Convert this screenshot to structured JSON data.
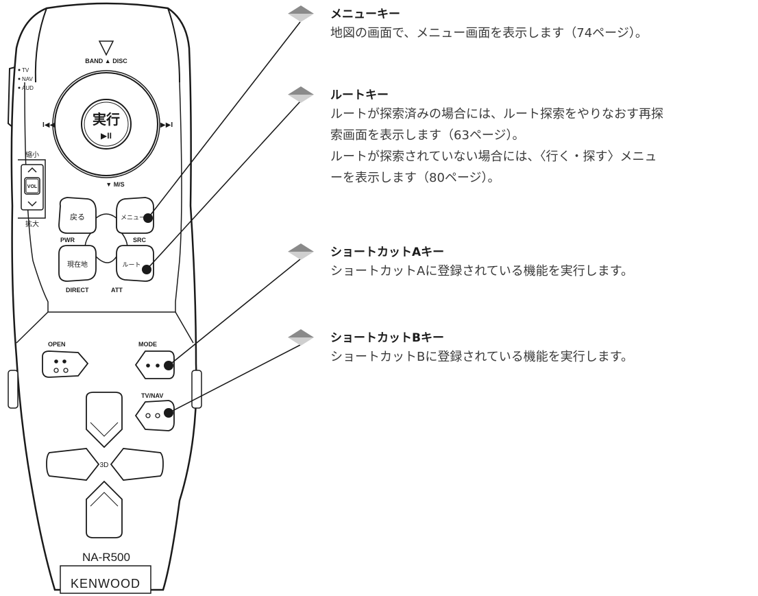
{
  "remote": {
    "source_labels": [
      "TV",
      "NAV",
      "AUD"
    ],
    "band_disc": "BAND ▲ DISC",
    "execute_line1": "実行",
    "execute_line2": "▶II",
    "prev_symbol": "I◀◀",
    "next_symbol": "▶▶I",
    "ms_label": "▼ M/S",
    "zoom_out": "縮小",
    "zoom_in": "拡大",
    "vol_label": "VOL",
    "back_key": "戻る",
    "menu_key": "メニュー",
    "current_pos_key": "現在地",
    "route_key": "ルート",
    "pwr": "PWR",
    "src": "SRC",
    "direct": "DIRECT",
    "att": "ATT",
    "open": "OPEN",
    "mode": "MODE",
    "tvnav": "TV/NAV",
    "three_d": "3D",
    "model": "NA-R500",
    "brand": "KENWOOD"
  },
  "callouts": [
    {
      "title": "メニューキー",
      "desc": "地図の画面で、メニュー画面を表示します（74ページ）。"
    },
    {
      "title": "ルートキー",
      "desc": "ルートが探索済みの場合には、ルート探索をやりなおす再探\n索画面を表示します（63ページ）。\nルートが探索されていない場合には、〈行く・探す〉メニュ\nーを表示します（80ページ）。"
    },
    {
      "title": "ショートカットAキー",
      "desc": "ショートカットAに登録されている機能を実行します。"
    },
    {
      "title": "ショートカットBキー",
      "desc": "ショートカットBに登録されている機能を実行します。"
    }
  ]
}
